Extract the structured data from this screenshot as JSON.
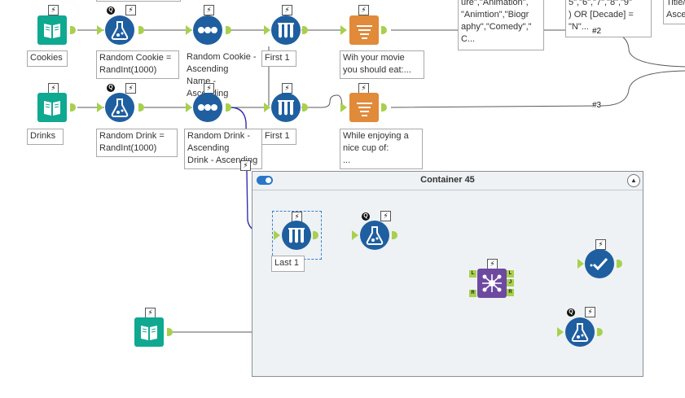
{
  "top_partial_labels": {
    "filter_expr": "ure\",\"Animation\",\n\"Animtion\",\"Biogr\naphy\",\"Comedy\",\"\nC...",
    "decade_expr": "5\",\"6\",\"7\",\"8\",\"9\"\n) OR [Decade] =\n\"N\"...",
    "sort_partial": "Title/\nAsce"
  },
  "row1": {
    "input_label": "Cookies",
    "formula_label": "Random Cookie =\nRandInt(1000)",
    "sort_label": "Random Cookie -\nAscending\nName -\nAscending",
    "sample_label": "First 1",
    "formula2_label": "Wih your movie\nyou should eat:..."
  },
  "row2": {
    "input_label": "Drinks",
    "formula_label": "Random Drink =\nRandInt(1000)",
    "sort_label": "Random Drink -\nAscending\nDrink - Ascending",
    "sample_label": "First 1",
    "formula2_label": "While enjoying a\nnice cup of:\n..."
  },
  "wires": {
    "w2": "#2",
    "w3": "#3"
  },
  "container": {
    "title": "Container 45",
    "sample_label": "Last 1",
    "join_anchors": {
      "left": "L",
      "right": "R",
      "out_left": "L",
      "out_join": "J",
      "out_right": "R"
    }
  },
  "badges": {
    "bolt": "⚡",
    "q": "Q"
  },
  "colors": {
    "tool_blue": "#1f5fa0",
    "input_teal": "#0fa890",
    "formula_orange": "#e08a3a",
    "join_purple": "#6d4aa0",
    "anchor_green": "#a8d04d",
    "container_bg": "#eef2f4",
    "selected_wire": "#3030b0"
  },
  "icons": [
    "book-icon",
    "flask-icon",
    "dots-icon",
    "test-tubes-icon",
    "document-icon",
    "join-icon",
    "check-icon",
    "toggle-icon",
    "collapse-icon",
    "bolt-icon"
  ]
}
